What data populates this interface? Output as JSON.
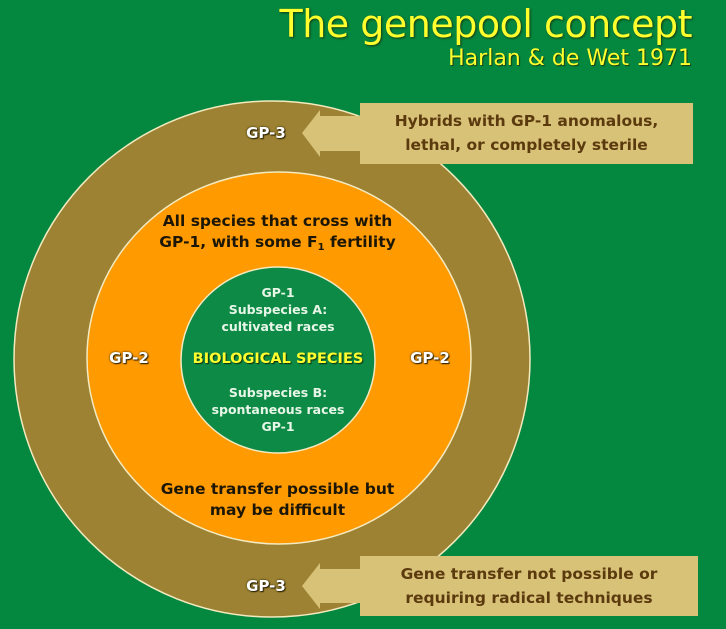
{
  "title": "The genepool concept",
  "subtitle": "Harlan & de Wet 1971",
  "colors": {
    "background": "#04883f",
    "gp3_ring": "#9c8232",
    "gp2_ring": "#ff9a00",
    "gp1_core": "#0d8a45",
    "ring_outline": "#f3eac0",
    "callout_fill": "#d8c278",
    "callout_text": "#5b3a0e",
    "title_yellow": "#ffff2e"
  },
  "rings": {
    "gp3": {
      "label_top": "GP-3",
      "label_bottom": "GP-3"
    },
    "gp2": {
      "label_left": "GP-2",
      "label_right": "GP-2",
      "top_text_line1": "All species that cross with",
      "top_text_line2_pre": "GP-1, with some F",
      "top_text_line2_sub": "1",
      "top_text_line2_post": " fertility",
      "bottom_text_line1": "Gene transfer possible but",
      "bottom_text_line2": "may be difficult"
    },
    "gp1": {
      "top_line1": "GP-1",
      "top_line2": "Subspecies A:",
      "top_line3": "cultivated races",
      "center": "BIOLOGICAL SPECIES",
      "bottom_line1": "Subspecies B:",
      "bottom_line2": "spontaneous races",
      "bottom_line3": "GP-1"
    }
  },
  "callouts": [
    {
      "line1": "Hybrids with GP-1 anomalous,",
      "line2": "lethal, or completely sterile",
      "points_to": "GP-3"
    },
    {
      "line1": "Gene transfer not possible or",
      "line2": "requiring radical techniques",
      "points_to": "GP-3"
    }
  ]
}
